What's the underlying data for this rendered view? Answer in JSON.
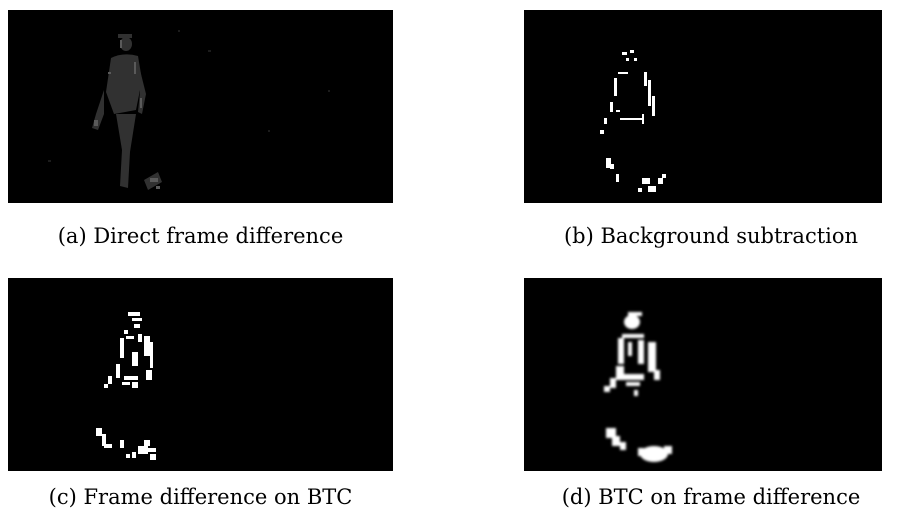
{
  "figure": {
    "panels": [
      {
        "id": "a",
        "caption": "(a) Direct frame difference"
      },
      {
        "id": "b",
        "caption": "(b) Background subtraction"
      },
      {
        "id": "c",
        "caption": "(c) Frame difference on BTC"
      },
      {
        "id": "d",
        "caption": "(d) BTC on frame difference"
      }
    ]
  }
}
